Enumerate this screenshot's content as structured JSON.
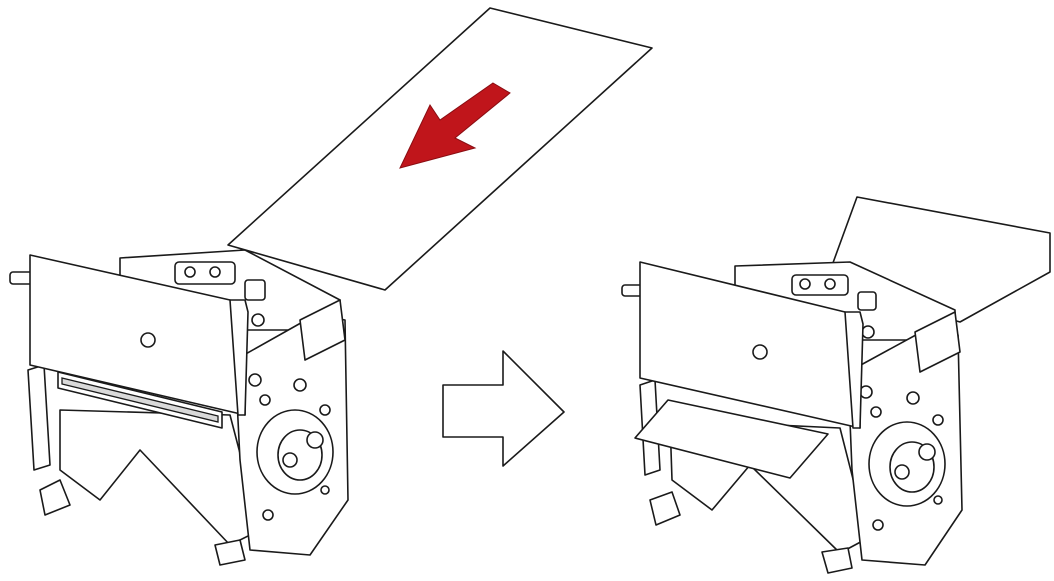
{
  "figure": {
    "background_color": "#ffffff",
    "line_color": "#1a1a1a",
    "feed_arrow_color": "#c0151b",
    "step_arrow_color": "#ffffff",
    "panels": [
      {
        "id": "before",
        "icon": "printer-mechanism-icon",
        "paper_state": "sheet-outside-being-inserted"
      },
      {
        "id": "after",
        "icon": "printer-mechanism-icon",
        "paper_state": "sheet-loaded-exiting-front"
      }
    ]
  }
}
